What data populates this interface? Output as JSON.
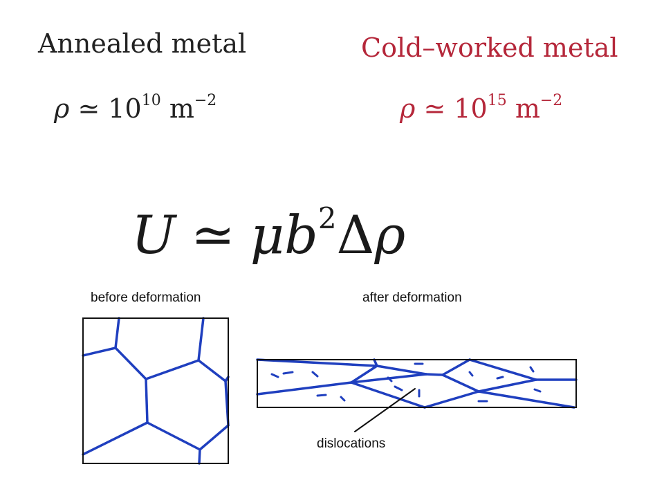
{
  "header": {
    "annealed_title": "Annealed metal",
    "cold_worked_title": "Cold–worked metal"
  },
  "annealed_density": {
    "symbol": "ρ",
    "relation": "≃",
    "base": "10",
    "exponent": "10",
    "unit": "m",
    "unit_exponent": "−2"
  },
  "cold_worked_density": {
    "symbol": "ρ",
    "relation": "≃",
    "base": "10",
    "exponent": "15",
    "unit": "m",
    "unit_exponent": "−2"
  },
  "energy_equation": {
    "lhs": "U",
    "relation": "≃",
    "mu": "μ",
    "b": "b",
    "exponent": "2",
    "delta": "Δ",
    "rho": "ρ"
  },
  "diagram": {
    "before_label": "before deformation",
    "after_label": "after deformation",
    "dislocations_label": "dislocations"
  },
  "colors": {
    "cold_worked_accent": "#b5273a",
    "grain_boundary": "#1f3fbf",
    "text": "#222222"
  }
}
